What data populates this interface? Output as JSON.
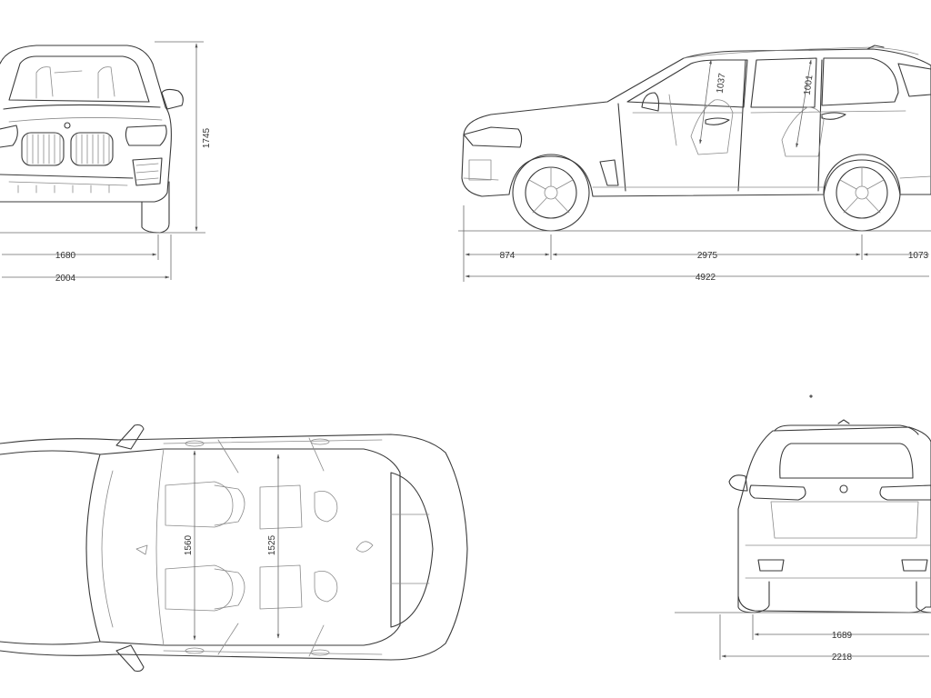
{
  "front_view": {
    "height": "1745",
    "track": "1680",
    "width": "2004"
  },
  "side_view": {
    "front_overhang": "874",
    "wheelbase": "2975",
    "rear_overhang": "1073",
    "length": "4922",
    "headroom_front": "1037",
    "headroom_rear": "1001"
  },
  "top_view": {
    "interior_width_front": "1560",
    "interior_width_rear": "1525"
  },
  "rear_view": {
    "track": "1689",
    "width_with_mirrors": "2218"
  }
}
